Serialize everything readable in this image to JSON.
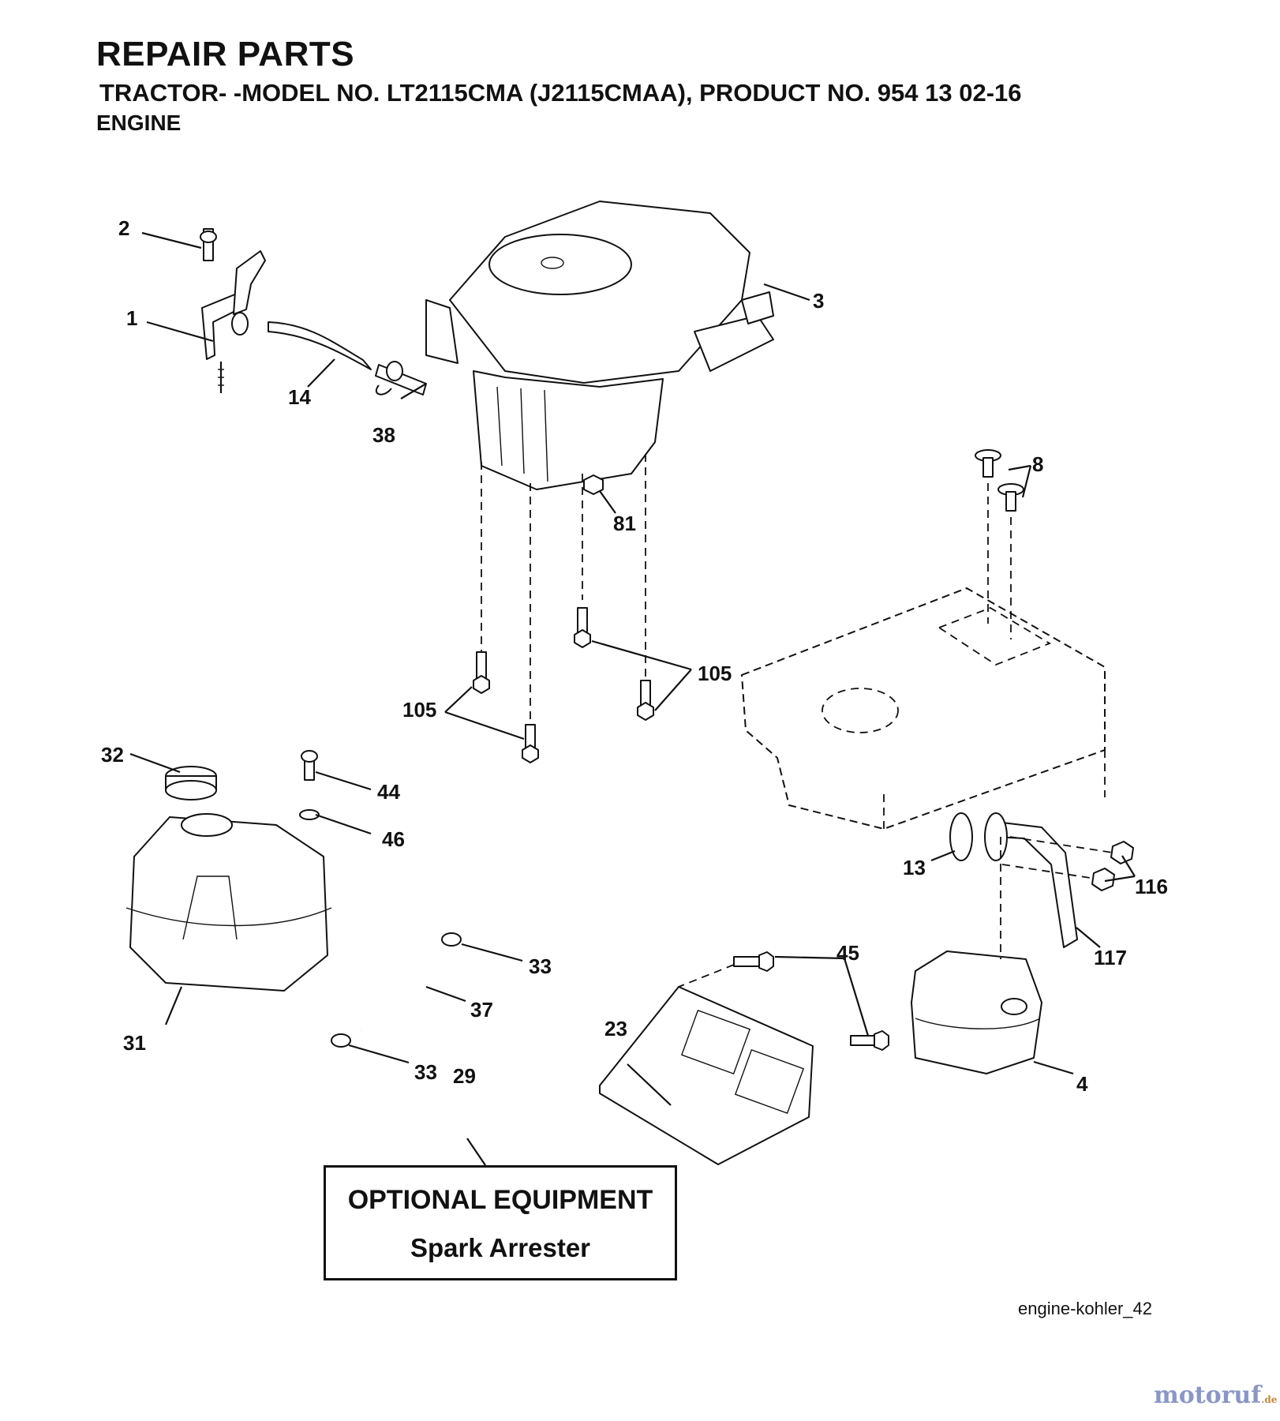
{
  "header": {
    "title": "REPAIR PARTS",
    "subtitle": "TRACTOR- -MODEL NO. LT2115CMA (J2115CMAA), PRODUCT NO. 954 13 02-16",
    "section": "ENGINE"
  },
  "callouts": {
    "c1": "1",
    "c2": "2",
    "c3": "3",
    "c4": "4",
    "c8": "8",
    "c13": "13",
    "c14": "14",
    "c23": "23",
    "c29": "29",
    "c31": "31",
    "c32": "32",
    "c33a": "33",
    "c33b": "33",
    "c37": "37",
    "c38": "38",
    "c44": "44",
    "c45": "45",
    "c46": "46",
    "c81": "81",
    "c105a": "105",
    "c105b": "105",
    "c116": "116",
    "c117": "117"
  },
  "optional_box": {
    "title": "OPTIONAL EQUIPMENT",
    "item": "Spark Arrester"
  },
  "figure_ref": "engine-kohler_42",
  "watermark": {
    "brand": "motoruf",
    "tld": ".de"
  }
}
